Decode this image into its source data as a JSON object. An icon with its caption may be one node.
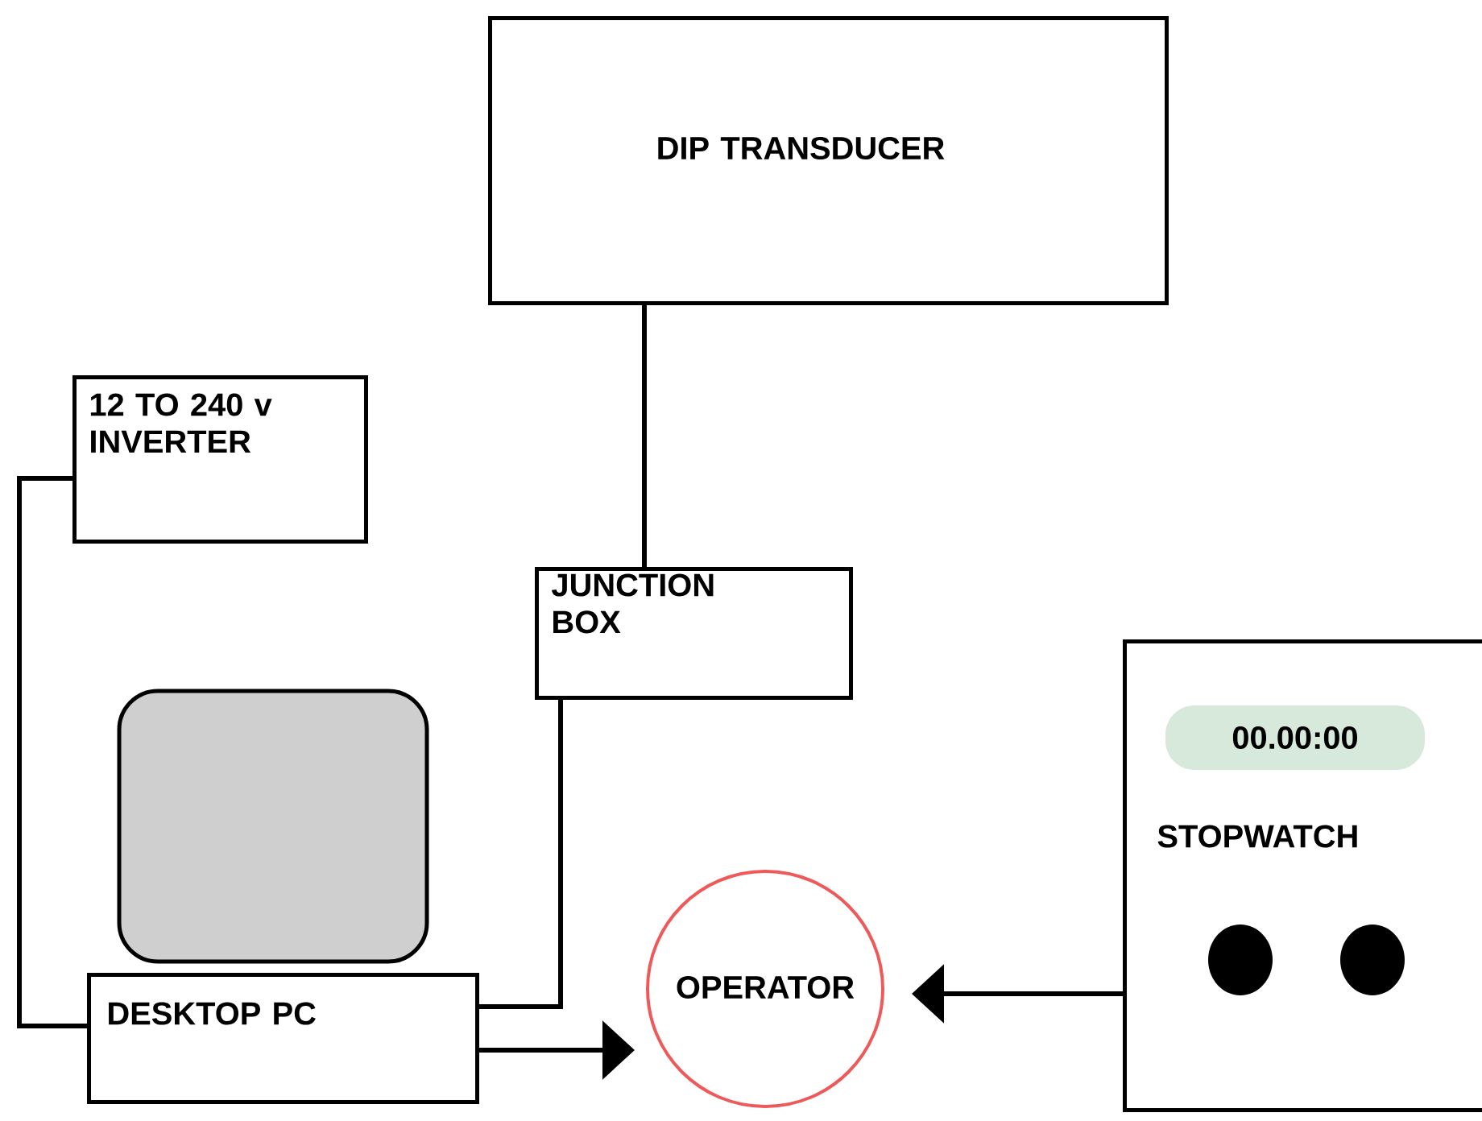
{
  "diagram": {
    "nodes": [
      {
        "text": [
          "DIP TRANSDUCER"
        ]
      },
      {
        "text": [
          "12 TO 240 v INVERTER"
        ]
      },
      {
        "text": [
          "JUNCTION BOX"
        ]
      },
      {
        "text": [
          "DESKTOP PC"
        ]
      },
      {
        "text": [
          "OPERATOR"
        ]
      },
      {
        "text": [
          "STOPWATCH"
        ]
      },
      {
        "text": [
          "00.00:00"
        ],
        "in": 5
      }
    ],
    "edges": [
      {
        "from": 0,
        "to": 2,
        "arrow": "none"
      },
      {
        "from": 1,
        "to": 3,
        "arrow": "none"
      },
      {
        "from": 2,
        "to": 3,
        "arrow": "none"
      },
      {
        "from": 3,
        "to": 4,
        "arrow": "to"
      },
      {
        "from": 5,
        "to": 4,
        "arrow": "to"
      }
    ]
  }
}
